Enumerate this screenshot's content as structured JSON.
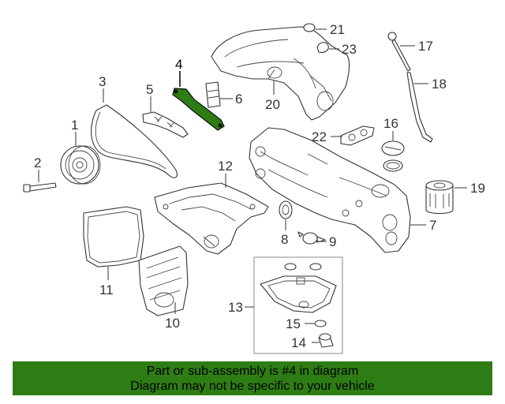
{
  "diagram": {
    "highlight_color": "#2e7d14",
    "highlighted_part": "4",
    "callouts": [
      "1",
      "2",
      "3",
      "4",
      "5",
      "6",
      "7",
      "8",
      "9",
      "10",
      "11",
      "12",
      "13",
      "14",
      "15",
      "16",
      "17",
      "18",
      "19",
      "20",
      "21",
      "22",
      "23"
    ]
  },
  "footer": {
    "line1": "Part or sub-assembly is #4 in diagram",
    "line2": "Diagram may not be specific to your vehicle",
    "background": "#2e7d14"
  }
}
